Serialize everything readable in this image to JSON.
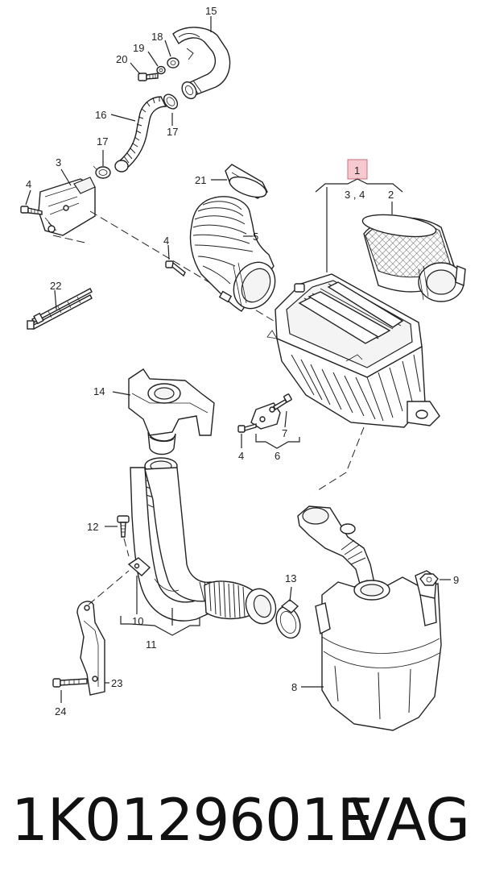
{
  "diagram": {
    "callouts": {
      "c1": "1",
      "c2": "2",
      "c3": "3",
      "c34": "3 , 4",
      "c4a": "4",
      "c4b": "4",
      "c4c": "4",
      "c5": "5",
      "c6": "6",
      "c7": "7",
      "c8": "8",
      "c9": "9",
      "c10": "10",
      "c11": "11",
      "c12": "12",
      "c13": "13",
      "c14": "14",
      "c15": "15",
      "c16": "16",
      "c17a": "17",
      "c17b": "17",
      "c18": "18",
      "c19": "19",
      "c20": "20",
      "c21": "21",
      "c22": "22",
      "c23": "23",
      "c24": "24"
    },
    "highlight_color": "#f6c9cf"
  },
  "footer": {
    "part_number": "1K0129601E",
    "brand": "VAG"
  }
}
